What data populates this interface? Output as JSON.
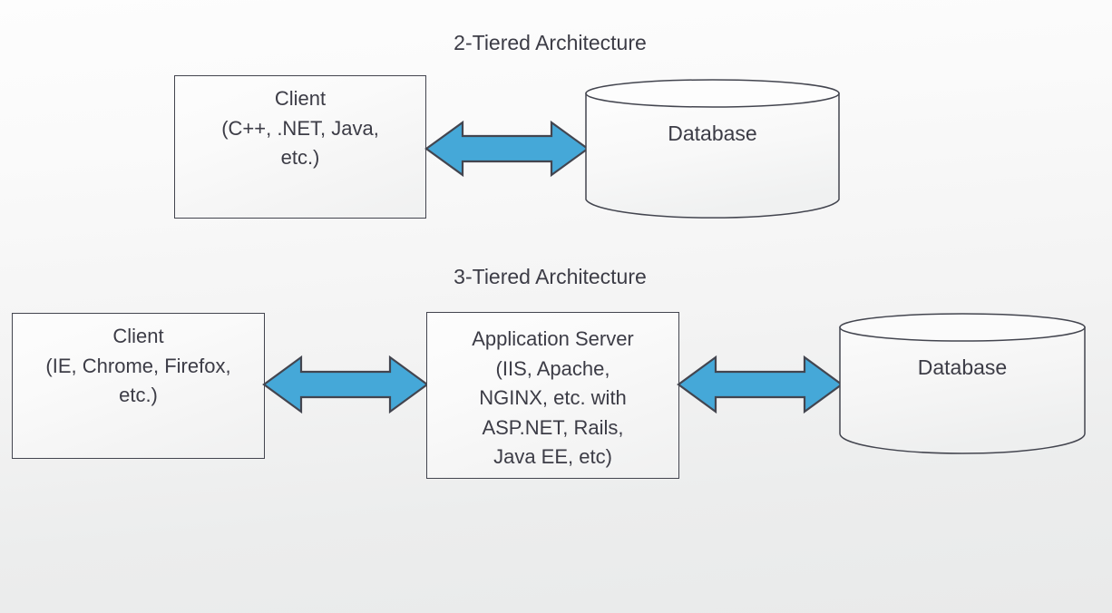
{
  "diagram": {
    "title_2tier": "2-Tiered Architecture",
    "title_3tier": "3-Tiered Architecture",
    "colors": {
      "arrow_fill": "#45a8d8",
      "arrow_stroke": "#43454f",
      "node_stroke": "#43454f",
      "text": "#3c3c46",
      "background_top": "#fdfdfd",
      "background_bottom": "#e9eaea"
    }
  },
  "tier2": {
    "client": {
      "label": "Client\n(C++, .NET, Java,\netc.)"
    },
    "database": {
      "label": "Database"
    },
    "connector": {
      "label": "bidirectional-arrow"
    }
  },
  "tier3": {
    "client": {
      "label": "Client\n(IE, Chrome, Firefox,\netc.)"
    },
    "app_server": {
      "label": "Application Server\n(IIS, Apache,\nNGINX, etc. with\nASP.NET, Rails,\nJava EE, etc)"
    },
    "database": {
      "label": "Database"
    },
    "connector_left": {
      "label": "bidirectional-arrow"
    },
    "connector_right": {
      "label": "bidirectional-arrow"
    }
  }
}
